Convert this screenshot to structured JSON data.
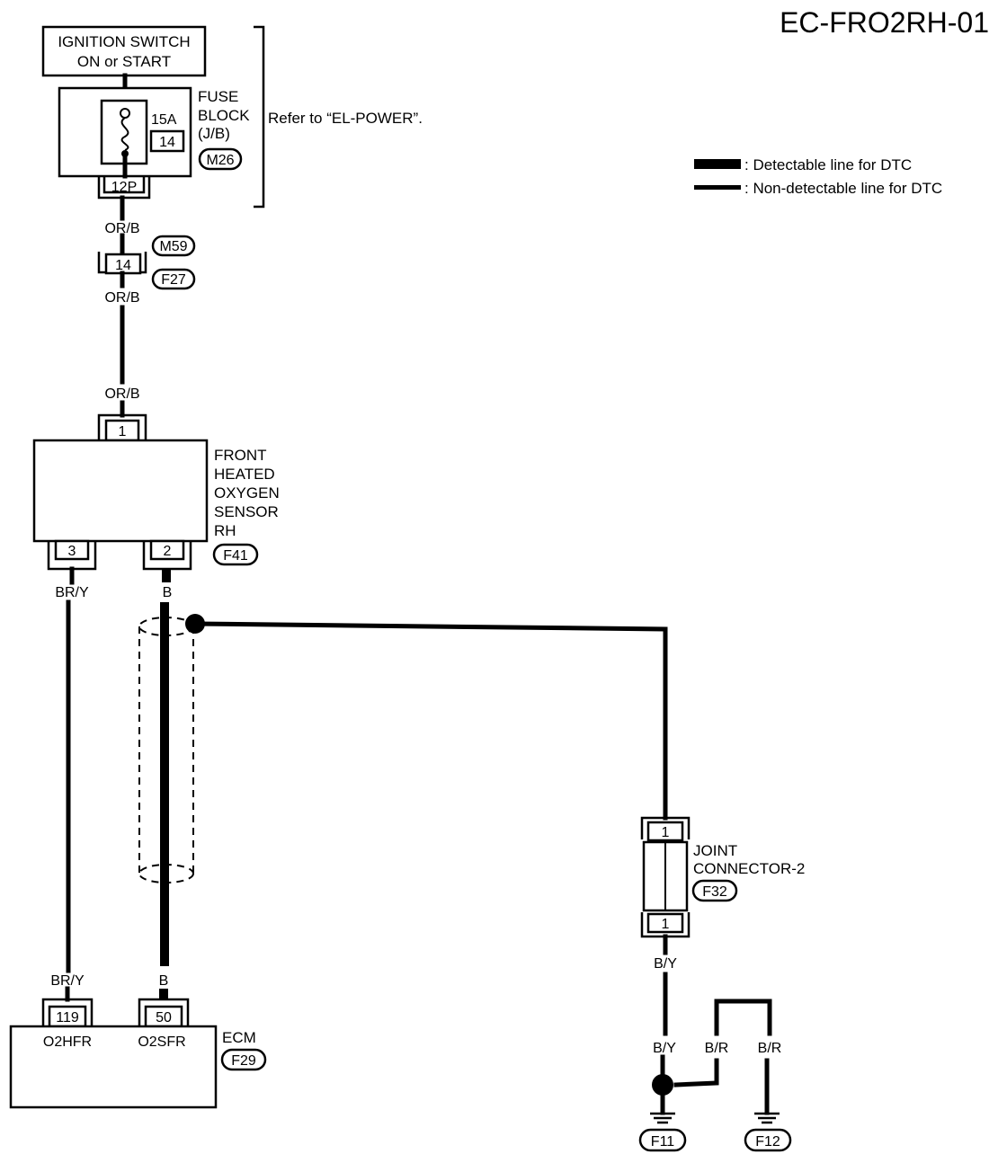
{
  "diagram_id": "EC-FRO2RH-01",
  "legend": {
    "detectable": ": Detectable line for DTC",
    "non_detectable": ": Non-detectable line for DTC"
  },
  "ignition": {
    "line1": "IGNITION SWITCH",
    "line2": "ON or START"
  },
  "fuse_block": {
    "amp": "15A",
    "fuse_no": "14",
    "label1": "FUSE",
    "label2": "BLOCK",
    "label3": "(J/B)",
    "code": "M26",
    "connector": "12P",
    "refer": "Refer to “EL-POWER”."
  },
  "harness": {
    "wire_top": "OR/B",
    "pin": "14",
    "code_top": "M59",
    "code_bottom": "F27",
    "wire_bottom": "OR/B"
  },
  "sensor": {
    "wire_in": "OR/B",
    "pin_in": "1",
    "line1": "FRONT",
    "line2": "HEATED",
    "line3": "OXYGEN",
    "line4": "SENSOR",
    "line5": "RH",
    "code": "F41",
    "pin_left": "3",
    "pin_right": "2",
    "wire_left": "BR/Y",
    "wire_right": "B"
  },
  "joint": {
    "pin_top": "1",
    "pin_bottom": "1",
    "line1": "JOINT",
    "line2": "CONNECTOR-2",
    "code": "F32",
    "wire_below": "B/Y"
  },
  "ecm": {
    "wire_left": "BR/Y",
    "wire_right": "B",
    "pin_left": "119",
    "pin_right": "50",
    "term_left": "O2HFR",
    "term_right": "O2SFR",
    "label": "ECM",
    "code": "F29"
  },
  "ground": {
    "wire_by": "B/Y",
    "wire_br1": "B/R",
    "wire_br2": "B/R",
    "code1": "F11",
    "code2": "F12"
  }
}
